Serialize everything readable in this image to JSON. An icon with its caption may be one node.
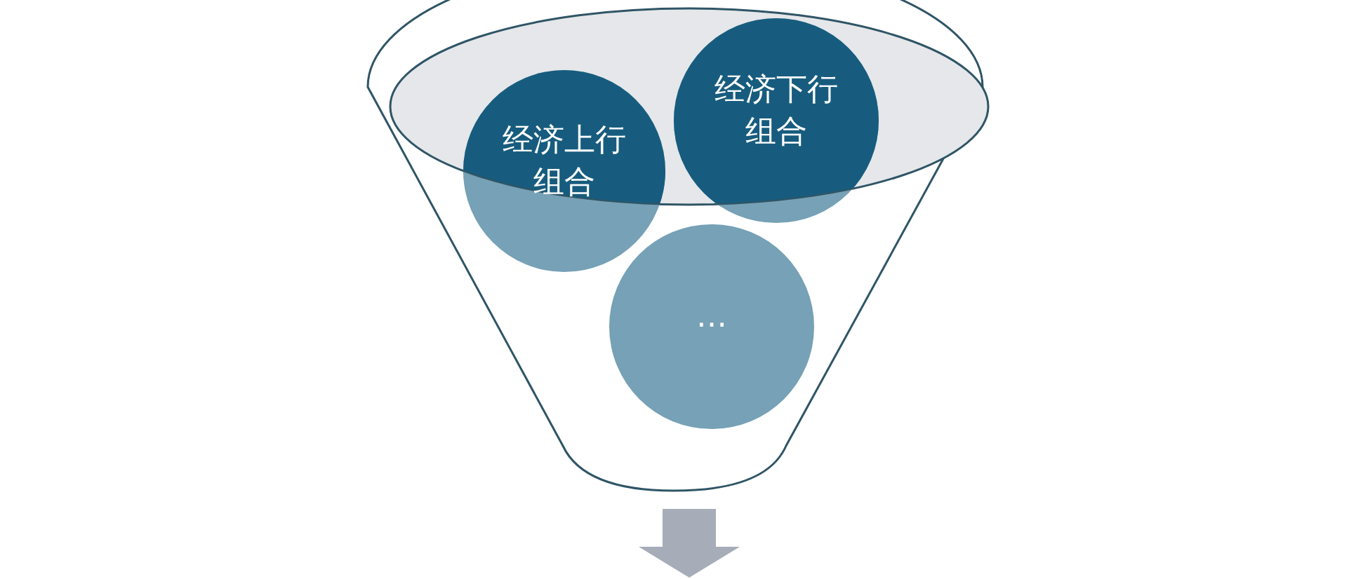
{
  "diagram": {
    "nodes": [
      {
        "text": [],
        "shape": "funnel"
      },
      {
        "text": [
          "经济上行组合"
        ],
        "in": 0
      },
      {
        "text": [
          "经济下行组合"
        ],
        "in": 0
      },
      {
        "text": [
          "…"
        ],
        "in": 0
      }
    ]
  }
}
